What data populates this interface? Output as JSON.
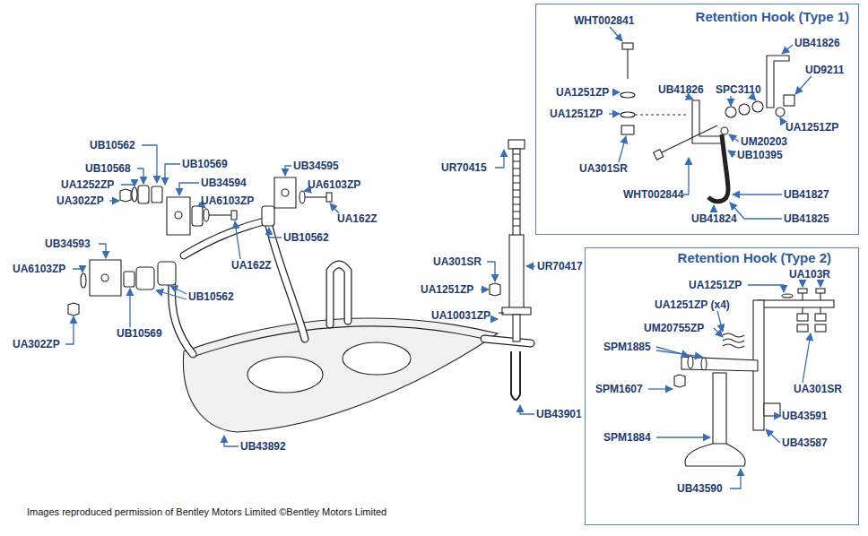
{
  "diagram": {
    "caption": "Images reproduced permission of Bentley Motors Limited ©Bentley Motors Limited",
    "nodes": [
      {
        "text": [
          "Retention Hook (Type 1)"
        ]
      },
      {
        "text": [
          "Retention Hook (Type 2)"
        ]
      }
    ],
    "labels": [
      "UB10562",
      "UB10568",
      "UB10569",
      "UA1252ZP",
      "UB34594",
      "UA302ZP",
      "UA6103ZP",
      "UB34595",
      "UA6103ZP",
      "UA162Z",
      "UB10562",
      "UB34593",
      "UA162Z",
      "UA6103ZP",
      "UB10562",
      "UB10569",
      "UA302ZP",
      "UB43892",
      "UR70415",
      "UA301SR",
      "UR70417",
      "UA1251ZP",
      "UA10031ZP",
      "UB43901",
      "WHT002841",
      "UB41826",
      "UA1251ZP",
      "UB41826",
      "SPC3110",
      "UD9211",
      "UA1251ZP",
      "UA1251ZP",
      "UM20203",
      "UB10395",
      "UA301SR",
      "WHT002844",
      "UB41827",
      "UB41824",
      "UB41825",
      "UA1251ZP",
      "UA103R",
      "UA1251ZP (x4)",
      "UM20755ZP",
      "SPM1885",
      "SPM1607",
      "UA301SR",
      "UB43591",
      "SPM1884",
      "UB43587",
      "UB43590"
    ]
  }
}
